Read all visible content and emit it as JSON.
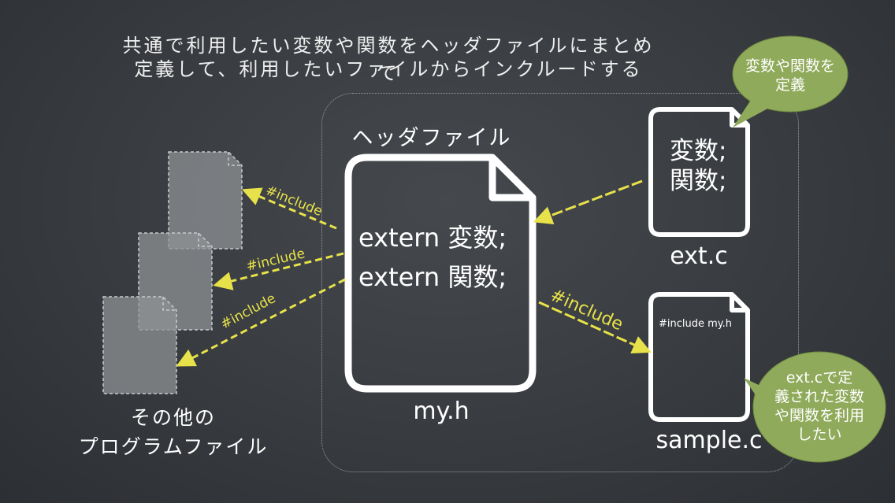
{
  "title": {
    "line1": "共通で利用したい変数や関数をヘッダファイルにまとめて",
    "line2": "定義して、利用したいファイルからインクルードする"
  },
  "header_file": {
    "heading": "ヘッダファイル",
    "line1": "extern 変数;",
    "line2": "extern 関数;",
    "filename": "my.h"
  },
  "ext_file": {
    "line1": "変数;",
    "line2": "関数;",
    "filename": "ext.c"
  },
  "sample_file": {
    "code": "#include my.h",
    "filename": "sample.c"
  },
  "other_files": {
    "caption_line1": "その他の",
    "caption_line2": "プログラムファイル"
  },
  "include_labels": [
    "#include",
    "#include",
    "#include",
    "#include"
  ],
  "bubbles": {
    "top": {
      "line1": "変数や関数を",
      "line2": "定義"
    },
    "bottom": {
      "line1": "ext.cで定",
      "line2": "義された変数",
      "line3": "や関数を利用",
      "line4": "したい"
    }
  },
  "colors": {
    "background": "#3a3d41",
    "arrow": "#e8e24a",
    "bubble": "#8faa5a",
    "file_outline": "#ffffff",
    "ghost_file": "#8e9194"
  }
}
